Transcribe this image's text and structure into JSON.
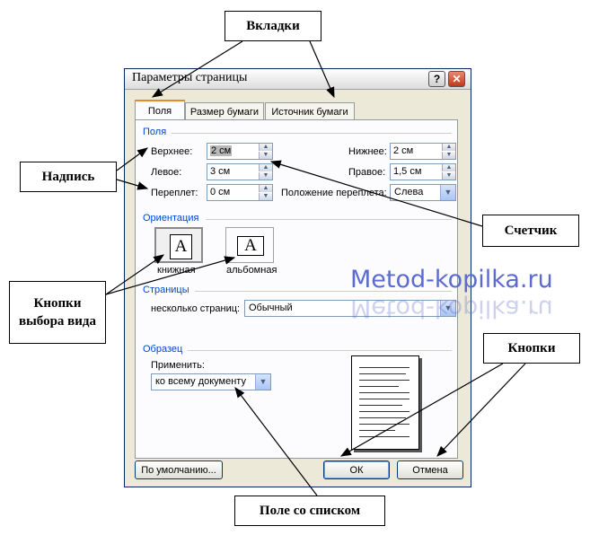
{
  "dialog": {
    "title": "Параметры страницы",
    "help_label": "?",
    "close_label": "✕",
    "tabs": [
      "Поля",
      "Размер бумаги",
      "Источник бумаги"
    ]
  },
  "margins": {
    "group": "Поля",
    "top_label": "Верхнее:",
    "top_value": "2 см",
    "bottom_label": "Нижнее:",
    "bottom_value": "2 см",
    "left_label": "Левое:",
    "left_value": "3 см",
    "right_label": "Правое:",
    "right_value": "1,5 см",
    "gutter_label": "Переплет:",
    "gutter_value": "0 см",
    "gutter_pos_label": "Положение переплета:",
    "gutter_pos_value": "Слева"
  },
  "orientation": {
    "group": "Ориентация",
    "portrait_label": "книжная",
    "landscape_label": "альбомная",
    "icon_letter": "A"
  },
  "pages": {
    "group": "Страницы",
    "multiple_label": "несколько страниц:",
    "multiple_value": "Обычный"
  },
  "sample": {
    "group": "Образец",
    "apply_label": "Применить:",
    "apply_value": "ко всему документу"
  },
  "buttons": {
    "default": "По умолчанию...",
    "ok": "ОК",
    "cancel": "Отмена"
  },
  "annotations": {
    "tabs": "Вкладки",
    "label": "Надпись",
    "counter": "Счетчик",
    "view_buttons": "Кнопки выбора вида",
    "buttons": "Кнопки",
    "combo": "Поле со списком"
  },
  "watermark": "Metod-kopilka.ru",
  "colors": {
    "group_text": "#0046d5",
    "active_tab": "#e68b2c",
    "watermark": "#5b6bd0"
  }
}
